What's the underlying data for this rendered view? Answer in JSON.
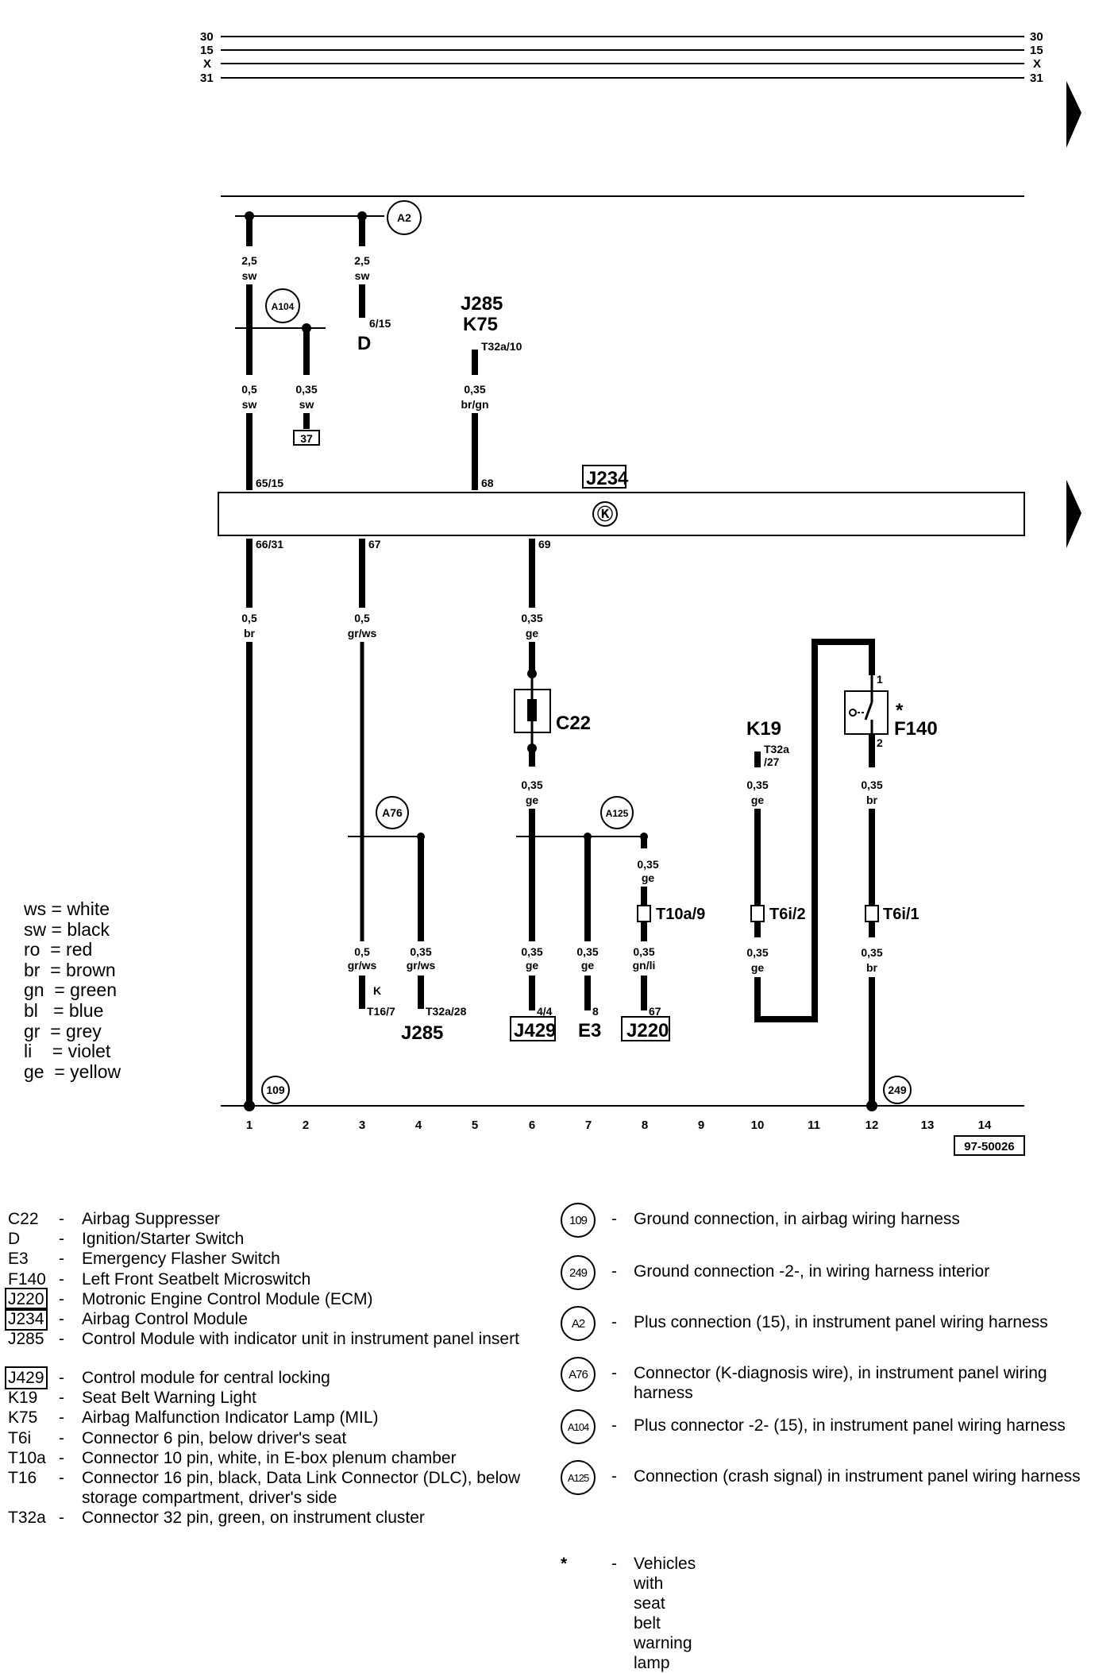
{
  "bus_labels": [
    "30",
    "15",
    "X",
    "31"
  ],
  "diagram_id": "97-50026",
  "tracks": [
    "1",
    "2",
    "3",
    "4",
    "5",
    "6",
    "7",
    "8",
    "9",
    "10",
    "11",
    "12",
    "13",
    "14"
  ],
  "wire_labels": {
    "w1a": [
      "2,5",
      "sw"
    ],
    "w3a": [
      "2,5",
      "sw"
    ],
    "w1b": [
      "0,5",
      "sw"
    ],
    "w2b": [
      "0,35",
      "sw"
    ],
    "w5b": [
      "0,35",
      "br/gn"
    ],
    "w1c": [
      "0,5",
      "br"
    ],
    "w3c": [
      "0,5",
      "gr/ws"
    ],
    "w6c": [
      "0,35",
      "ge"
    ],
    "w6d": [
      "0,35",
      "ge"
    ],
    "w8d": [
      "0,35",
      "ge"
    ],
    "w10d": [
      "0,35",
      "ge"
    ],
    "w12d": [
      "0,35",
      "br"
    ],
    "w3e": [
      "0,5",
      "gr/ws"
    ],
    "w4e": [
      "0,35",
      "gr/ws"
    ],
    "w6e": [
      "0,35",
      "ge"
    ],
    "w7e": [
      "0,35",
      "ge"
    ],
    "w8e": [
      "0,35",
      "gn/li"
    ],
    "w10e": [
      "0,35",
      "ge"
    ],
    "w12e": [
      "0,35",
      "br"
    ]
  },
  "pins": {
    "p615": "6/15",
    "p6515": "65/15",
    "p68": "68",
    "p6631": "66/31",
    "p67": "67",
    "p69": "69",
    "pT32a10": "T32a/10",
    "pT32a27a": "T32a",
    "pT32a27b": "/27",
    "pT167": "T16/7",
    "pT32a28": "T32a/28",
    "p44": "4/4",
    "p8": "8",
    "p67b": "67",
    "pK": "K",
    "p1": "1",
    "p2": "2",
    "pT10a9": "T10a/9",
    "pT6i2": "T6i/2",
    "pT6i1": "T6i/1"
  },
  "components": {
    "D": "D",
    "J285_top": "J285",
    "K75": "K75",
    "J234": "J234",
    "C22": "C22",
    "K19": "K19",
    "F140": "F140",
    "F140_star": "*",
    "J285_bottom": "J285",
    "J429": "J429",
    "E3": "E3",
    "J220": "J220",
    "box37": "37"
  },
  "circles": {
    "A2": "A2",
    "A104": "A104",
    "A76": "A76",
    "A125": "A125",
    "g109": "109",
    "g249": "249"
  },
  "color_legend": [
    "ws = white",
    "sw = black",
    "ro  = red",
    "br  = brown",
    "gn  = green",
    "bl   = blue",
    "gr  = grey",
    "li    = violet",
    "ge  = yellow"
  ],
  "legend_left": [
    {
      "code": "C22",
      "boxed": false,
      "text": "Airbag Suppresser"
    },
    {
      "code": "D",
      "boxed": false,
      "text": "Ignition/Starter Switch"
    },
    {
      "code": "E3",
      "boxed": false,
      "text": "Emergency Flasher Switch"
    },
    {
      "code": "F140",
      "boxed": false,
      "text": "Left Front Seatbelt Microswitch"
    },
    {
      "code": "J220",
      "boxed": true,
      "text": "Motronic Engine Control Module (ECM)"
    },
    {
      "code": "J234",
      "boxed": true,
      "text": "Airbag Control Module"
    },
    {
      "code": "J285",
      "boxed": false,
      "text": "Control Module with indicator unit in instrument panel insert"
    },
    {
      "code": "J429",
      "boxed": true,
      "text": "Control module for central locking"
    },
    {
      "code": "K19",
      "boxed": false,
      "text": "Seat Belt Warning Light"
    },
    {
      "code": "K75",
      "boxed": false,
      "text": "Airbag Malfunction Indicator Lamp (MIL)"
    },
    {
      "code": "T6i",
      "boxed": false,
      "text": "Connector 6 pin, below driver's seat"
    },
    {
      "code": "T10a",
      "boxed": false,
      "text": "Connector 10 pin, white, in E-box plenum chamber"
    },
    {
      "code": "T16",
      "boxed": false,
      "text": "Connector 16 pin, black, Data Link Connector (DLC), below storage compartment, driver's side"
    },
    {
      "code": "T32a",
      "boxed": false,
      "text": "Connector 32 pin, green, on instrument cluster"
    }
  ],
  "legend_right": [
    {
      "code": "109",
      "text": "Ground connection, in airbag wiring harness"
    },
    {
      "code": "249",
      "text": "Ground connection -2-, in wiring harness interior"
    },
    {
      "code": "A2",
      "text": "Plus connection (15), in instrument panel wiring harness"
    },
    {
      "code": "A76",
      "text": "Connector (K-diagnosis wire), in instrument panel wiring harness"
    },
    {
      "code": "A104",
      "text": "Plus connector -2- (15), in instrument panel wiring harness"
    },
    {
      "code": "A125",
      "text": "Connection (crash signal) in instrument panel wiring harness"
    }
  ],
  "footnote": {
    "code": "*",
    "text": "Vehicles with seat belt warning lamp"
  },
  "dash": "-"
}
